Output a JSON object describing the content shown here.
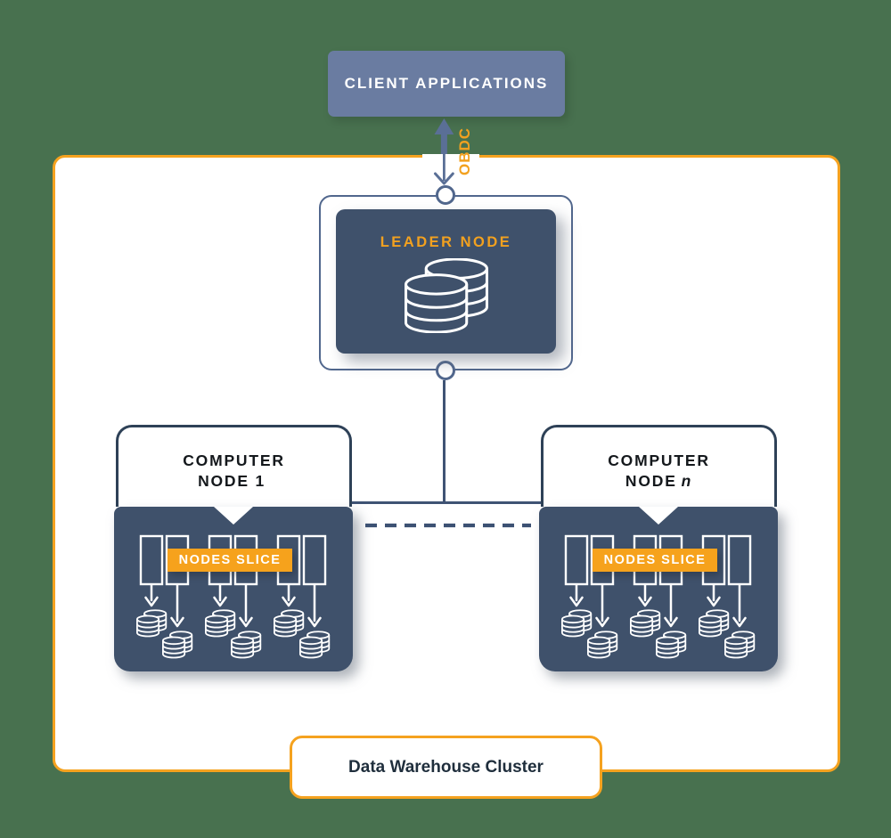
{
  "client": {
    "label": "CLIENT APPLICATIONS"
  },
  "connection": {
    "label": "OBDC"
  },
  "leader": {
    "label": "LEADER NODE",
    "icon": "database-stack-icon"
  },
  "compute_nodes": [
    {
      "title_line1": "COMPUTER",
      "title_line2": "NODE 1",
      "title_italic_suffix": "",
      "slice_label": "NODES SLICE"
    },
    {
      "title_line1": "COMPUTER",
      "title_line2": "NODE",
      "title_italic_suffix": "n",
      "slice_label": "NODES SLICE"
    }
  ],
  "cluster": {
    "label": "Data Warehouse Cluster"
  },
  "colors": {
    "background_green": "#48714F",
    "accent_orange": "#F6A21C",
    "client_slate": "#6A7CA1",
    "node_dark_slate": "#3F516B",
    "connector_slate": "#3F5374",
    "frame_border": "#51678D",
    "header_border": "#2E4157"
  }
}
